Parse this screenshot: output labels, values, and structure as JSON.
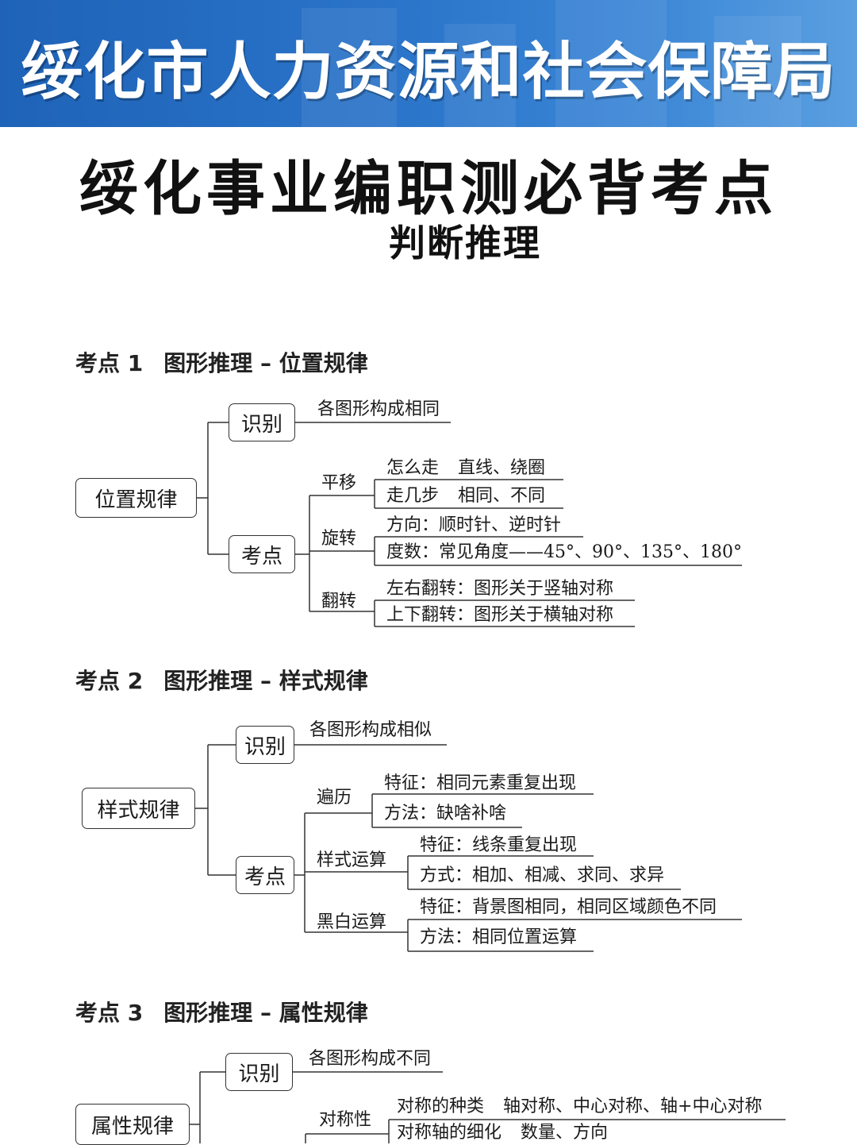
{
  "banner": {
    "title": "绥化市人力资源和社会保障局"
  },
  "header": {
    "title": "绥化事业编职测必背考点",
    "subtitle": "判断推理"
  },
  "sections": [
    {
      "num": "考点 1",
      "title": "图形推理 – 位置规律",
      "root": "位置规律",
      "identify": {
        "label": "识别",
        "text": "各图形构成相同"
      },
      "points_label": "考点",
      "branches": [
        {
          "label": "平移",
          "leaves": [
            [
              "怎么走",
              "直线、绕圈"
            ],
            [
              "走几步",
              "相同、不同"
            ]
          ]
        },
        {
          "label": "旋转",
          "leaves": [
            [
              "方向：顺时针、逆时针"
            ],
            [
              "度数：常见角度——45°、90°、135°、180°"
            ]
          ]
        },
        {
          "label": "翻转",
          "leaves": [
            [
              "左右翻转：图形关于竖轴对称"
            ],
            [
              "上下翻转：图形关于横轴对称"
            ]
          ]
        }
      ]
    },
    {
      "num": "考点 2",
      "title": "图形推理 – 样式规律",
      "root": "样式规律",
      "identify": {
        "label": "识别",
        "text": "各图形构成相似"
      },
      "points_label": "考点",
      "branches": [
        {
          "label": "遍历",
          "leaves": [
            [
              "特征：相同元素重复出现"
            ],
            [
              "方法：缺啥补啥"
            ]
          ]
        },
        {
          "label": "样式运算",
          "leaves": [
            [
              "特征：线条重复出现"
            ],
            [
              "方式：相加、相减、求同、求异"
            ]
          ]
        },
        {
          "label": "黑白运算",
          "leaves": [
            [
              "特征：背景图相同，相同区域颜色不同"
            ],
            [
              "方法：相同位置运算"
            ]
          ]
        }
      ]
    },
    {
      "num": "考点 3",
      "title": "图形推理 – 属性规律",
      "root": "属性规律",
      "identify": {
        "label": "识别",
        "text": "各图形构成不同"
      },
      "branches": [
        {
          "label": "对称性",
          "leaves": [
            [
              "对称的种类",
              "轴对称、中心对称、轴+中心对称"
            ],
            [
              "对称轴的细化",
              "数量、方向"
            ]
          ]
        }
      ]
    }
  ]
}
